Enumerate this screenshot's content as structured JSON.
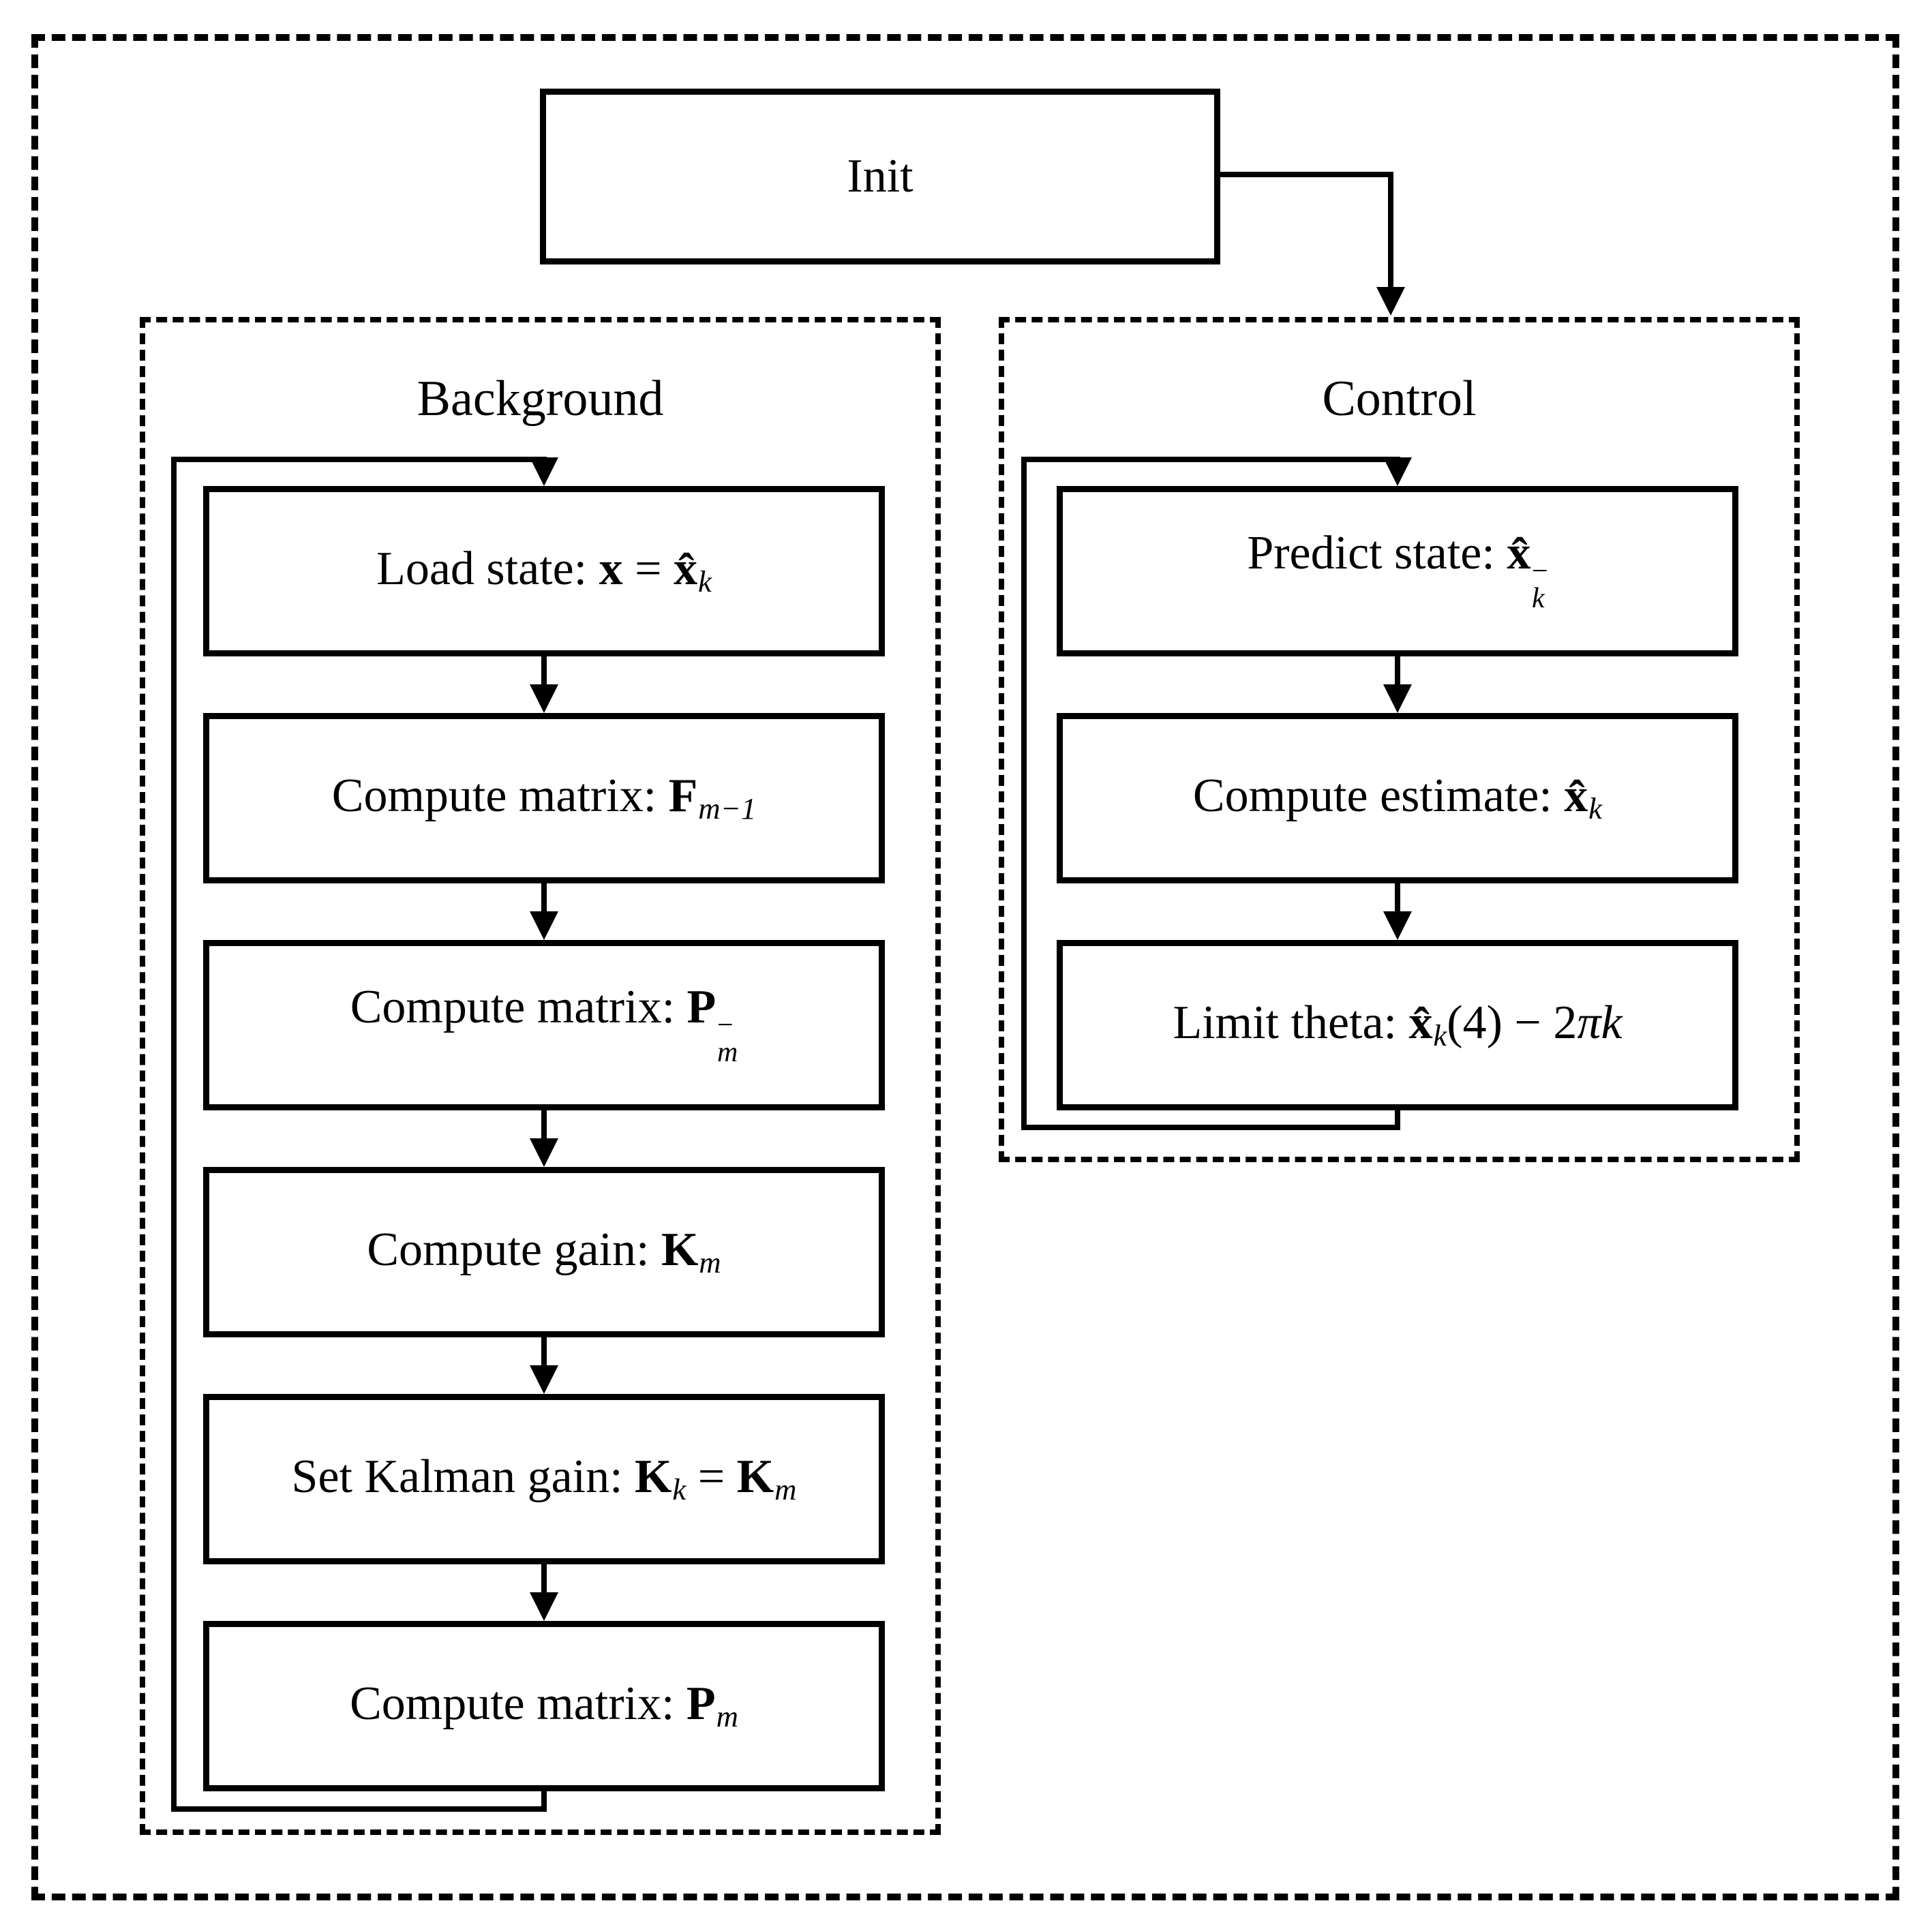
{
  "diagram": {
    "init": {
      "label": "Init"
    },
    "background": {
      "title": "Background",
      "boxes": [
        {
          "name": "load-state",
          "segments": [
            {
              "t": "Load state: ",
              "s": "p"
            },
            {
              "t": "x",
              "s": "b"
            },
            {
              "t": " = ",
              "s": "p"
            },
            {
              "t": "x̂",
              "s": "b"
            },
            {
              "t": "k",
              "s": "sub"
            }
          ]
        },
        {
          "name": "compute-matrix-f",
          "segments": [
            {
              "t": "Compute matrix: ",
              "s": "p"
            },
            {
              "t": "F",
              "s": "b"
            },
            {
              "t": "m−1",
              "s": "sub"
            }
          ]
        },
        {
          "name": "compute-matrix-p-minus",
          "segments": [
            {
              "t": "Compute matrix: ",
              "s": "p"
            },
            {
              "t": "P",
              "s": "b"
            },
            {
              "s": "stack",
              "sup": "−",
              "sub": "m"
            }
          ]
        },
        {
          "name": "compute-gain",
          "segments": [
            {
              "t": "Compute gain: ",
              "s": "p"
            },
            {
              "t": "K",
              "s": "b"
            },
            {
              "t": "m",
              "s": "sub"
            }
          ]
        },
        {
          "name": "set-kalman-gain",
          "segments": [
            {
              "t": "Set Kalman gain: ",
              "s": "p"
            },
            {
              "t": "K",
              "s": "b"
            },
            {
              "t": "k",
              "s": "sub"
            },
            {
              "t": " = ",
              "s": "p"
            },
            {
              "t": "K",
              "s": "b"
            },
            {
              "t": "m",
              "s": "sub"
            }
          ]
        },
        {
          "name": "compute-matrix-p",
          "segments": [
            {
              "t": "Compute matrix: ",
              "s": "p"
            },
            {
              "t": "P",
              "s": "b"
            },
            {
              "t": "m",
              "s": "sub"
            }
          ]
        }
      ]
    },
    "control": {
      "title": "Control",
      "boxes": [
        {
          "name": "predict-state",
          "segments": [
            {
              "t": "Predict state: ",
              "s": "p"
            },
            {
              "t": "x̂",
              "s": "b"
            },
            {
              "s": "stack",
              "sup": "−",
              "sub": "k"
            }
          ]
        },
        {
          "name": "compute-estimate",
          "segments": [
            {
              "t": "Compute estimate: ",
              "s": "p"
            },
            {
              "t": "x̂",
              "s": "b"
            },
            {
              "t": "k",
              "s": "sub"
            }
          ]
        },
        {
          "name": "limit-theta",
          "segments": [
            {
              "t": "Limit theta: ",
              "s": "p"
            },
            {
              "t": "x̂",
              "s": "b"
            },
            {
              "t": "k",
              "s": "sub"
            },
            {
              "t": "(4) − 2",
              "s": "p"
            },
            {
              "t": "πk",
              "s": "i"
            }
          ]
        }
      ]
    },
    "colors": {
      "ink": "#000000",
      "paper": "#ffffff"
    }
  }
}
